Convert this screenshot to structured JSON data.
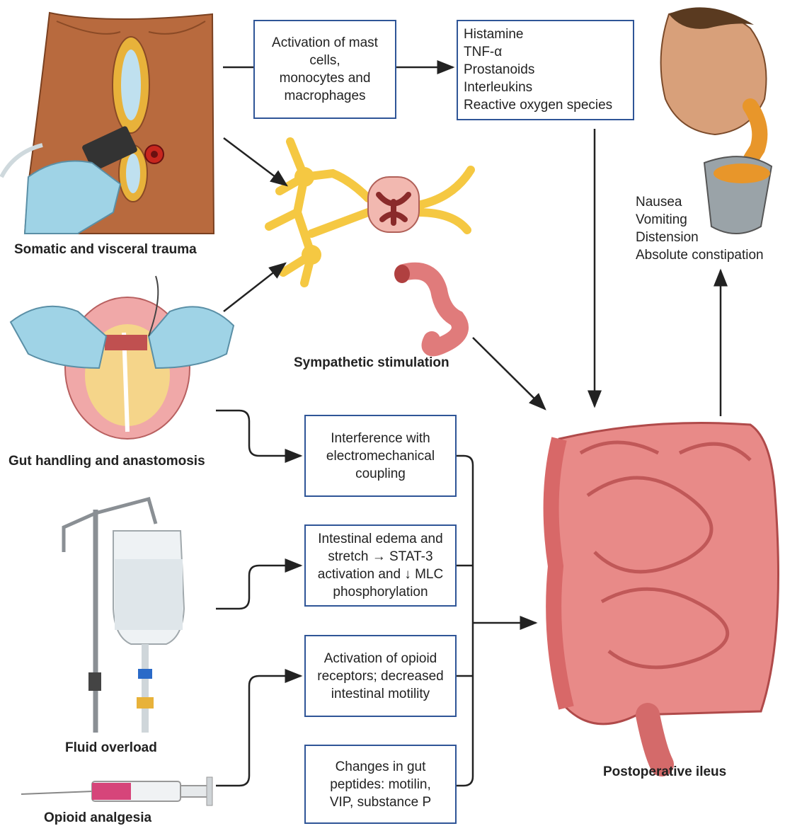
{
  "boxes": {
    "activation_mast": [
      "Activation of mast cells,",
      "monocytes and",
      "macrophages"
    ],
    "mediators": [
      "Histamine",
      "TNF-α",
      "Prostanoids",
      "Interleukins",
      "Reactive oxygen species"
    ],
    "interference": [
      "Interference with",
      "electromechanical",
      "coupling"
    ],
    "edema": [
      "Intestinal edema and",
      "stretch → STAT-3",
      "activation and ↓ MLC",
      "phosphorylation"
    ],
    "opioid_receptors": [
      "Activation of opioid",
      "receptors; decreased",
      "intestinal motility"
    ],
    "gut_peptides": [
      "Changes in gut",
      "peptides: motilin,",
      "VIP, substance P"
    ]
  },
  "symptoms": [
    "Nausea",
    "Vomiting",
    "Distension",
    "Absolute constipation"
  ],
  "labels": {
    "trauma": "Somatic and visceral trauma",
    "sympathetic": "Sympathetic stimulation",
    "gut_handling": "Gut handling and anastomosis",
    "fluid": "Fluid overload",
    "opioid": "Opioid analgesia",
    "ileus": "Postoperative ileus"
  },
  "colors": {
    "box_border": "#2f5597",
    "skin": "#b86a3e",
    "nerve": "#f5c842",
    "intestine": "#e07b7b",
    "glove": "#9fd3e6"
  },
  "icons": [
    "abdomen-illustration",
    "vomiting-man-illustration",
    "nerve-spinal-cord-illustration",
    "gut-segment-illustration",
    "hands-anastomosis-illustration",
    "iv-drip-illustration",
    "syringe-illustration",
    "intestines-illustration"
  ]
}
